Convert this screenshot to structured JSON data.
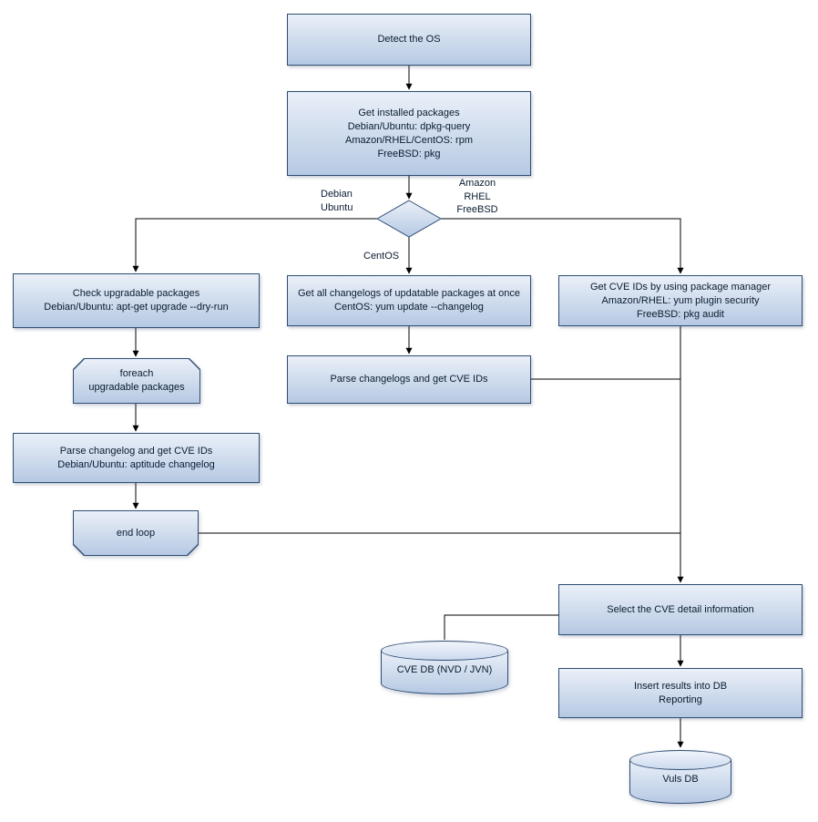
{
  "colors": {
    "node_fill_top": "#eaf0f8",
    "node_fill_bottom": "#b6c9e3",
    "node_border": "#2f4d73",
    "line": "#000000",
    "text": "#091c30"
  },
  "nodes": {
    "detect_os": "Detect the OS",
    "get_installed_packages": "Get installed packages\nDebian/Ubuntu: dpkg-query\nAmazon/RHEL/CentOS: rpm\nFreeBSD: pkg",
    "check_upgradable": "Check upgradable packages\nDebian/Ubuntu: apt-get upgrade --dry-run",
    "get_all_changelogs": "Get all changelogs of updatable packages at once\nCentOS: yum update --changelog",
    "get_cve_ids_pkg_manager": "Get CVE IDs by using package manager\nAmazon/RHEL: yum plugin security\nFreeBSD: pkg audit",
    "foreach_loop": "foreach\nupgradable  packages",
    "parse_changelogs_all": "Parse changelogs and get CVE IDs",
    "parse_changelog_each": "Parse changelog and get  CVE IDs\nDebian/Ubuntu: aptitude changelog",
    "end_loop": "end loop",
    "select_cve_detail": "Select the CVE detail information",
    "cve_db": "CVE DB (NVD / JVN)",
    "insert_results": "Insert results into DB\nReporting",
    "vuls_db": "Vuls DB"
  },
  "edge_labels": {
    "debian_ubuntu": "Debian\nUbuntu",
    "amazon_rhel_freebsd": "Amazon\nRHEL\nFreeBSD",
    "centos": "CentOS"
  }
}
